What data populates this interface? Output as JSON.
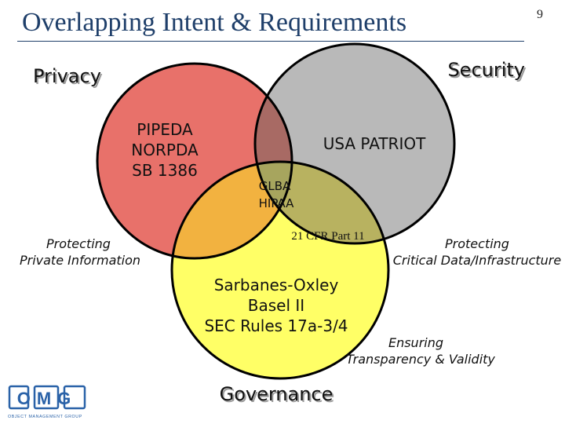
{
  "slide": {
    "title": "Overlapping Intent & Requirements",
    "page_number": "9"
  },
  "diagram": {
    "circles": {
      "privacy": {
        "label": "Privacy",
        "color": "#e8716a"
      },
      "security": {
        "label": "Security",
        "color": "#b9b9b9"
      },
      "governance": {
        "label": "Governance",
        "color": "#ffff66"
      }
    },
    "overlap_colors": {
      "privacy_security": "#a86a64",
      "privacy_governance": "#f2b240",
      "security_governance": "#b8b260",
      "center": "#a7a55e"
    },
    "privacy_only": [
      "PIPEDA",
      "NORPDA",
      "SB 1386"
    ],
    "security_only": "USA PATRIOT",
    "center": [
      "GLBA",
      "HIPAA"
    ],
    "security_governance": "21 CFR Part 11",
    "governance_only": [
      "Sarbanes-Oxley",
      "Basel II",
      "SEC Rules 17a-3/4"
    ],
    "captions": {
      "privacy": [
        "Protecting",
        "Private Information"
      ],
      "security": [
        "Protecting",
        "Critical Data/Infrastructure"
      ],
      "governance": [
        "Ensuring",
        "Transparency & Validity"
      ]
    }
  },
  "logo": {
    "text": "OMG",
    "subtitle": "OBJECT MANAGEMENT GROUP",
    "color": "#2a62a8"
  }
}
